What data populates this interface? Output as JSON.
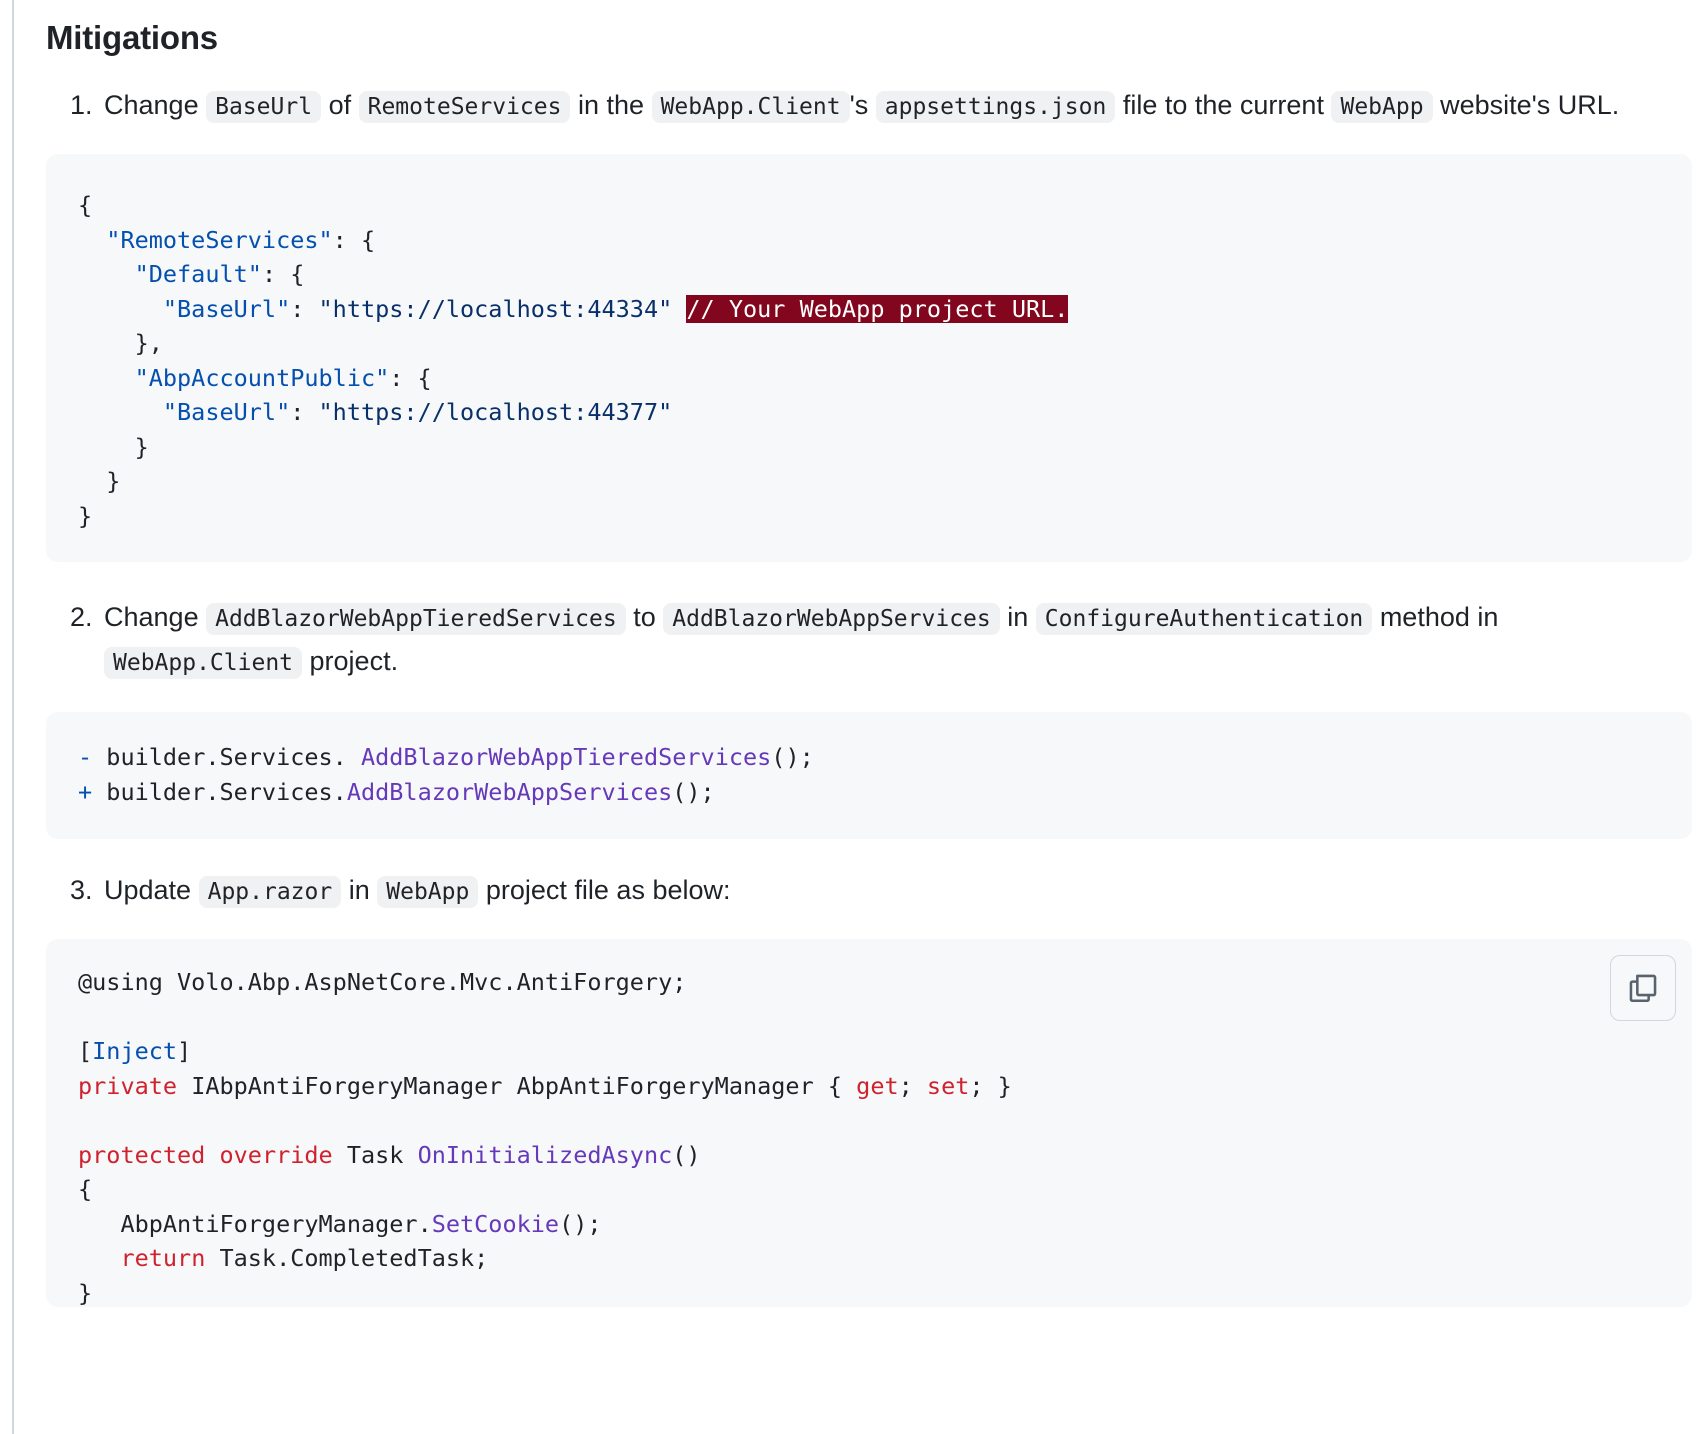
{
  "heading": "Mitigations",
  "step1": {
    "num": "1.",
    "t1": "Change",
    "c1": "BaseUrl",
    "t2": "of",
    "c2": "RemoteServices",
    "t3": "in the",
    "c3": "WebApp.Client",
    "t4": "'s",
    "c4": "appsettings.json",
    "t5": "file to the current",
    "c5": "WebApp",
    "t6": "website's URL."
  },
  "code1": {
    "open": "{",
    "remote_key": "\"RemoteServices\"",
    "remote_tail": ": {",
    "default_key": "\"Default\"",
    "default_tail": ": {",
    "baseurl_key": "\"BaseUrl\"",
    "colon": ": ",
    "default_url": "\"https://localhost:44334\"",
    "comment": "// Your WebApp project URL.",
    "close_comma": "},",
    "account_key": "\"AbpAccountPublic\"",
    "account_tail": ": {",
    "account_url": "\"https://localhost:44377\"",
    "close": "}"
  },
  "step2": {
    "num": "2.",
    "t1": "Change",
    "c1": "AddBlazorWebAppTieredServices",
    "t2": "to",
    "c2": "AddBlazorWebAppServices",
    "t3": "in",
    "c3": "ConfigureAuthentication",
    "t4": "method in",
    "c4": "WebApp.Client",
    "t5": "project."
  },
  "code2": {
    "minus": "-",
    "plus": "+",
    "prefix_old": " builder.Services. ",
    "method_old": "AddBlazorWebAppTieredServices",
    "prefix_new": " builder.Services.",
    "method_new": "AddBlazorWebAppServices",
    "suffix": "();"
  },
  "step3": {
    "num": "3.",
    "t1": "Update",
    "c1": "App.razor",
    "t2": "in",
    "c2": "WebApp",
    "t3": "project file as below:"
  },
  "code3": {
    "using": "@using Volo.Abp.AspNetCore.Mvc.AntiForgery;",
    "bracket_open": "[",
    "inject": "Inject",
    "bracket_close": "]",
    "private": "private",
    "field_decl": " IAbpAntiForgeryManager AbpAntiForgeryManager { ",
    "get": "get",
    "semi_space": "; ",
    "set": "set",
    "field_end": "; }",
    "protected": "protected",
    "override": "override",
    "task_type": " Task ",
    "method": "OnInitializedAsync",
    "parens": "()",
    "brace_open": "{",
    "indent": "   ",
    "manager": "AbpAntiForgeryManager.",
    "setcookie": "SetCookie",
    "call_end": "();",
    "return": "return",
    "completed": " Task.CompletedTask;",
    "brace_close": "}"
  },
  "copy_button": {
    "icon": "copy-icon"
  }
}
